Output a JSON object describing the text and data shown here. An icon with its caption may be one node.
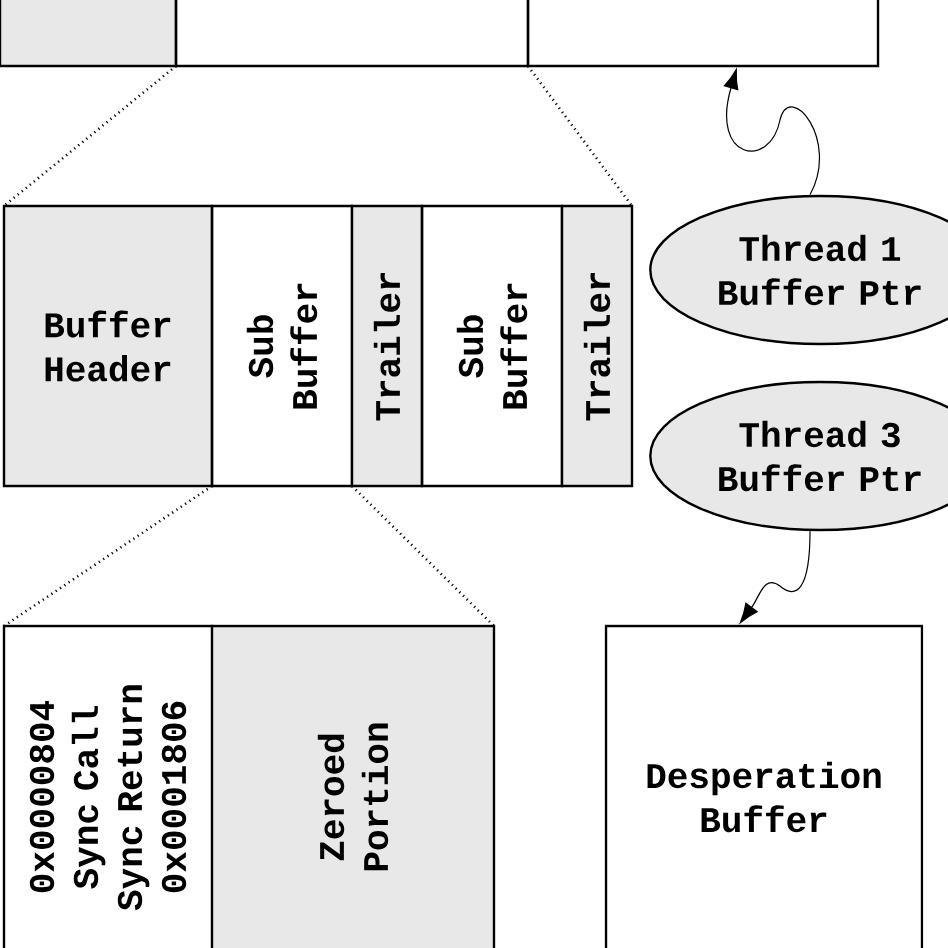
{
  "diagram": {
    "nodes": [
      {
        "text": [],
        "shape": "box"
      },
      {
        "text": [],
        "shape": "box"
      },
      {
        "text": [],
        "shape": "box"
      },
      {
        "text": [
          "Buffer Header"
        ]
      },
      {
        "text": [
          "Sub Buffer"
        ]
      },
      {
        "text": [
          "Trailer"
        ]
      },
      {
        "text": [
          "Sub Buffer"
        ]
      },
      {
        "text": [
          "Trailer"
        ]
      },
      {
        "text": [
          "Thread 1 Buffer Ptr"
        ]
      },
      {
        "text": [
          "Thread 3 Buffer Ptr"
        ]
      },
      {
        "text": [
          "0x0000804 Sync Call Sync Return 0x0001806"
        ]
      },
      {
        "text": [
          "Zeroed Portion"
        ]
      },
      {
        "text": [
          "Desperation Buffer"
        ]
      }
    ],
    "edges": [
      {
        "from": 8,
        "to": 2,
        "arrow": "to"
      },
      {
        "from": 9,
        "to": 12,
        "arrow": "to"
      },
      {
        "from": 1,
        "to": 3,
        "arrow": "none",
        "style": "dashed"
      },
      {
        "from": 1,
        "to": 7,
        "arrow": "none",
        "style": "dashed"
      },
      {
        "from": 3,
        "to": 10,
        "arrow": "none",
        "style": "dashed"
      },
      {
        "from": 5,
        "to": 11,
        "arrow": "none",
        "style": "dashed"
      }
    ]
  }
}
